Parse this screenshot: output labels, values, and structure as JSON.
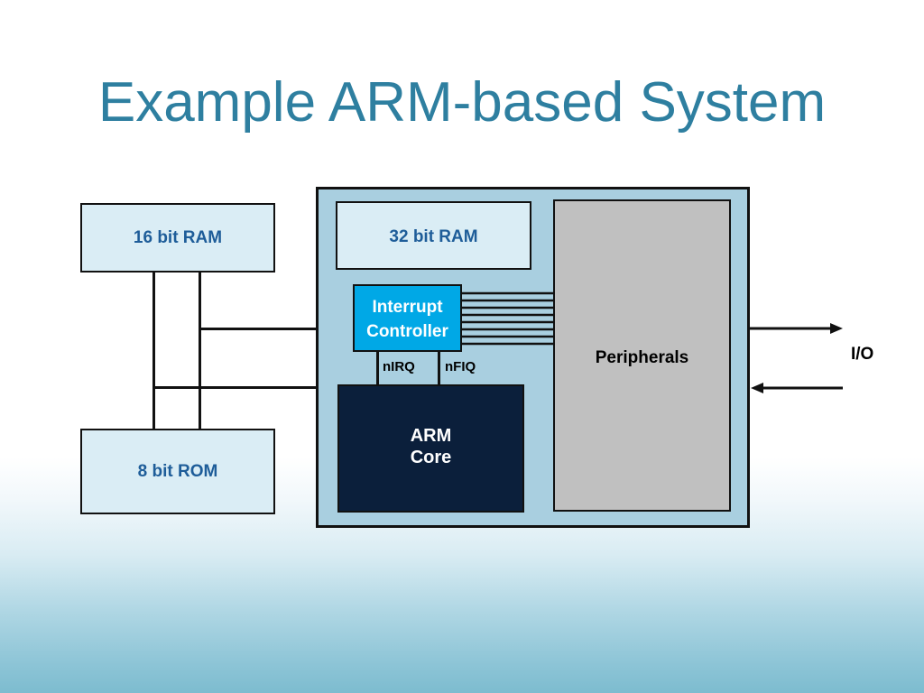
{
  "slide": {
    "title": "Example ARM-based System"
  },
  "diagram": {
    "ram16_label": "16 bit RAM",
    "rom8_label": "8 bit ROM",
    "ram32_label": "32 bit RAM",
    "interrupt_controller_label": [
      "Interrupt",
      "Controller"
    ],
    "nirq_label": "nIRQ",
    "nfiq_label": "nFIQ",
    "arm_core_label": [
      "ARM",
      "Core"
    ],
    "peripherals_label": "Peripherals",
    "io_label": "I/O"
  },
  "colors": {
    "title": "#2e7fa0",
    "light_box": "#daedf5",
    "chip_fill": "#a9cfe0",
    "core_fill": "#0b1f3b",
    "controller_fill": "#00a8e6",
    "peripherals_fill": "#c0c0c0"
  }
}
